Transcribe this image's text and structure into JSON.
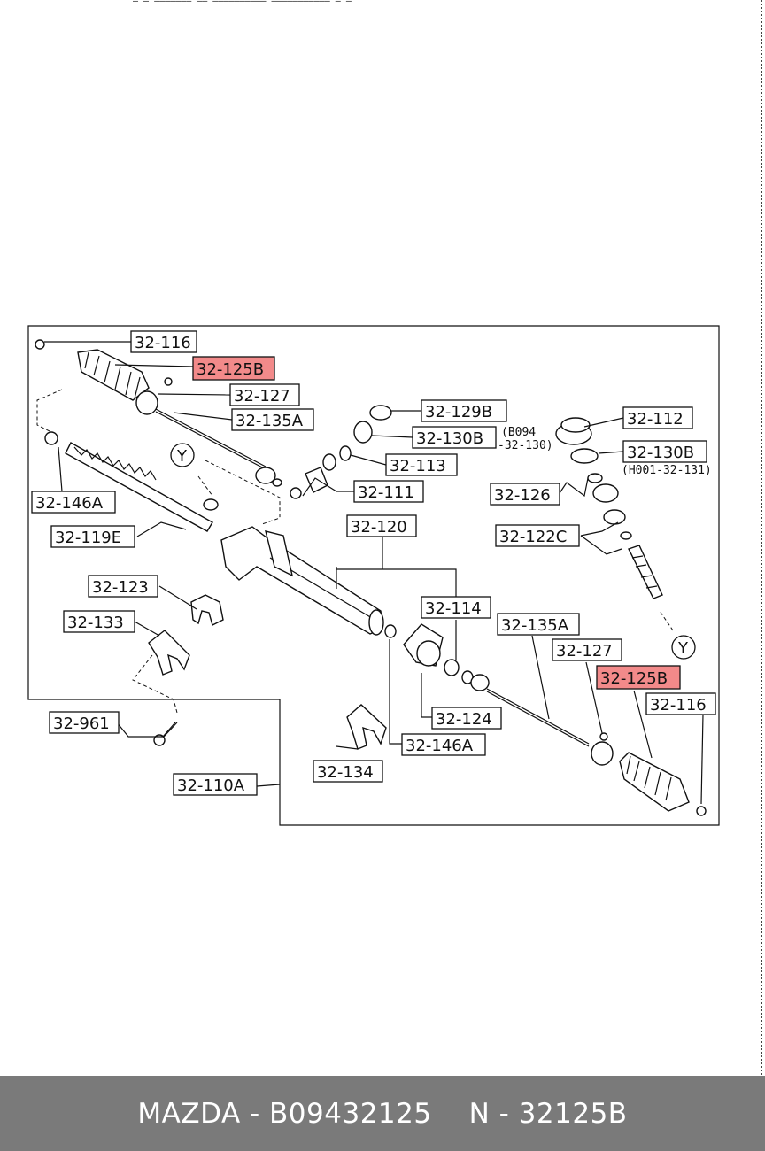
{
  "header": {
    "marks": "—   —  ———————    ——  ——————————   ———————————  —    —"
  },
  "labels": {
    "l_32_116_a": "32-116",
    "l_32_125b_a": "32-125B",
    "l_32_127_a": "32-127",
    "l_32_135a_a": "32-135A",
    "l_32_129b": "32-129B",
    "l_32_130b_a": "32-130B",
    "l_32_113": "32-113",
    "l_32_111": "32-111",
    "l_32_112": "32-112",
    "l_32_130b_b": "32-130B",
    "l_32_126": "32-126",
    "l_32_122c": "32-122C",
    "l_32_120": "32-120",
    "l_32_146a_a": "32-146A",
    "l_32_119e": "32-119E",
    "l_32_123": "32-123",
    "l_32_133": "32-133",
    "l_32_114": "32-114",
    "l_32_135a_b": "32-135A",
    "l_32_127_b": "32-127",
    "l_32_125b_b": "32-125B",
    "l_32_116_b": "32-116",
    "l_32_124": "32-124",
    "l_32_146a_b": "32-146A",
    "l_32_961": "32-961",
    "l_32_134": "32-134",
    "l_32_110a": "32-110A",
    "y_a": "Y",
    "y_b": "Y"
  },
  "notes": {
    "b094_line1": "(B094",
    "b094_line2": "-32-130)",
    "h001": "(H001-32-131)"
  },
  "colors": {
    "highlight": "#f28a8a",
    "footer_bg": "#7a7a7a",
    "footer_text": "#ffffff"
  },
  "footer": {
    "brand_part": "MAZDA - B09432125",
    "oem_part": "N - 32125B"
  }
}
